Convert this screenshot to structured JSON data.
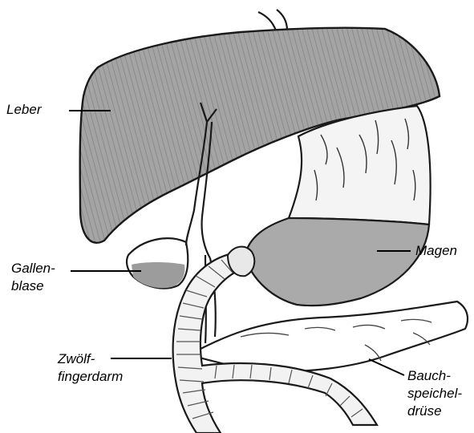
{
  "labels": {
    "leber": "Leber",
    "gallenblase_1": "Gallen-",
    "gallenblase_2": "blase",
    "magen": "Magen",
    "zwoelffingerdarm_1": "Zwölf-",
    "zwoelffingerdarm_2": "fingerdarm",
    "bauchspeicheldruese_1": "Bauch-",
    "bauchspeicheldruese_2": "speichel-",
    "bauchspeicheldruese_3": "drüse"
  },
  "colors": {
    "outline": "#1a1a1a",
    "liver_fill": "#9a9a9a",
    "stomach_upper_fill": "#f4f4f4",
    "stomach_lower_fill": "#a8a8a8",
    "gallbladder_fill": "#9c9c9c",
    "duodenum_fill": "#f2f2f2",
    "pancreas_fill": "#ffffff"
  }
}
